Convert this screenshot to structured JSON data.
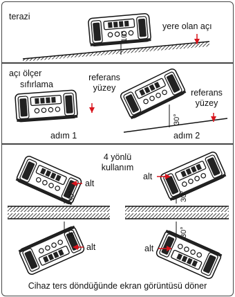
{
  "panel1": {
    "title": "terazi",
    "ground_angle_label": "yere olan açı",
    "angle_value": "10°"
  },
  "panel2": {
    "title_line1": "açı ölçer",
    "title_line2": "sıfırlama",
    "reference_left_line1": "referans",
    "reference_left_line2": "yüzey",
    "reference_right_line1": "referans",
    "reference_right_line2": "yüzey",
    "step1": "adım 1",
    "step2": "adım 2",
    "angle_value": "30°"
  },
  "panel3": {
    "center_line1": "4 yönlü",
    "center_line2": "kullanım",
    "bottom_label": "alt",
    "angle_value": "30°",
    "caption": "Cihaz ters döndüğünde ekran görüntüsü döner"
  },
  "colors": {
    "accent_red": "#d8141c",
    "outline": "#222222",
    "frame": "#444444"
  }
}
